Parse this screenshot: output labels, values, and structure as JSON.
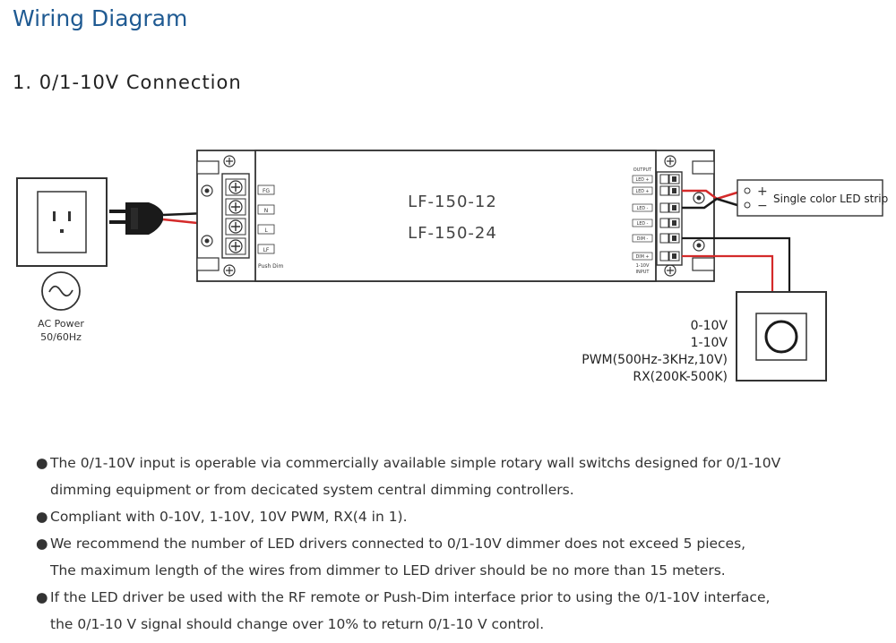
{
  "title": "Wiring Diagram",
  "subtitle": "1. 0/1-10V Connection",
  "diagram": {
    "model_1": "LF-150-12",
    "model_2": "LF-150-24",
    "ac_power_label": "AC Power",
    "ac_freq_label": "50/60Hz",
    "led_strip_label": "Single color LED strip",
    "plus_sign": "+",
    "minus_sign": "−",
    "output_header": "OUTPUT",
    "input_header": "INPUT",
    "input_voltage_label": "1-10V",
    "terminals_left": [
      "FG",
      "N",
      "L",
      "LF"
    ],
    "push_dim_label": "Push Dim",
    "terminals_right": [
      "LED +",
      "LED +",
      "LED -",
      "LED -",
      "DIM -",
      "DIM +"
    ],
    "dimmer_signals": [
      "0-10V",
      "1-10V",
      "PWM(500Hz-3KHz,10V)",
      "RX(200K-500K)"
    ]
  },
  "notes": [
    {
      "lines": [
        "The 0/1-10V input is operable via commercially available simple rotary wall switchs designed for 0/1-10V",
        "dimming equipment or from decicated system central dimming controllers."
      ]
    },
    {
      "lines": [
        "Compliant with 0-10V, 1-10V, 10V PWM, RX(4 in 1)."
      ]
    },
    {
      "lines": [
        "We recommend the number of LED drivers connected to 0/1-10V dimmer does not exceed 5 pieces,",
        "The maximum length of the wires from dimmer to LED driver should be no more than 15 meters."
      ]
    },
    {
      "lines": [
        " If the LED driver be used with the RF remote or Push-Dim interface prior to using the 0/1-10V interface,",
        " the 0/1-10 V signal should change over 10% to return 0/1-10 V control."
      ]
    }
  ],
  "colors": {
    "title": "#1f5a92",
    "wire_red": "#d42a2a",
    "wire_black": "#1a1a1a",
    "outline": "#333333"
  }
}
